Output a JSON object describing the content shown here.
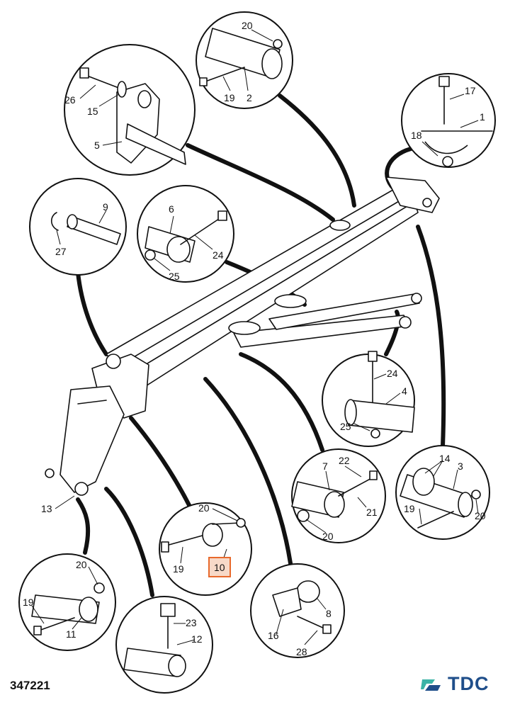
{
  "diagram": {
    "reference_code": "347221",
    "brand": "TDC",
    "highlight_color": "#e8692c",
    "labels": {
      "l1": "1",
      "l2": "2",
      "l3": "3",
      "l4": "4",
      "l5": "5",
      "l6": "6",
      "l7": "7",
      "l8": "8",
      "l9": "9",
      "l10": "10",
      "l11": "11",
      "l12": "12",
      "l13": "13",
      "l14": "14",
      "l15": "15",
      "l16": "16",
      "l17": "17",
      "l18": "18",
      "l19a": "19",
      "l19b": "19",
      "l19c": "19",
      "l19d": "19",
      "l20a": "20",
      "l20b": "20",
      "l20c": "20",
      "l20d": "20",
      "l20e": "20",
      "l21": "21",
      "l22": "22",
      "l23": "23",
      "l24a": "24",
      "l24b": "24",
      "l25a": "25",
      "l25b": "25",
      "l26": "26",
      "l27": "27",
      "l28": "28"
    },
    "highlighted_part": "l10"
  }
}
